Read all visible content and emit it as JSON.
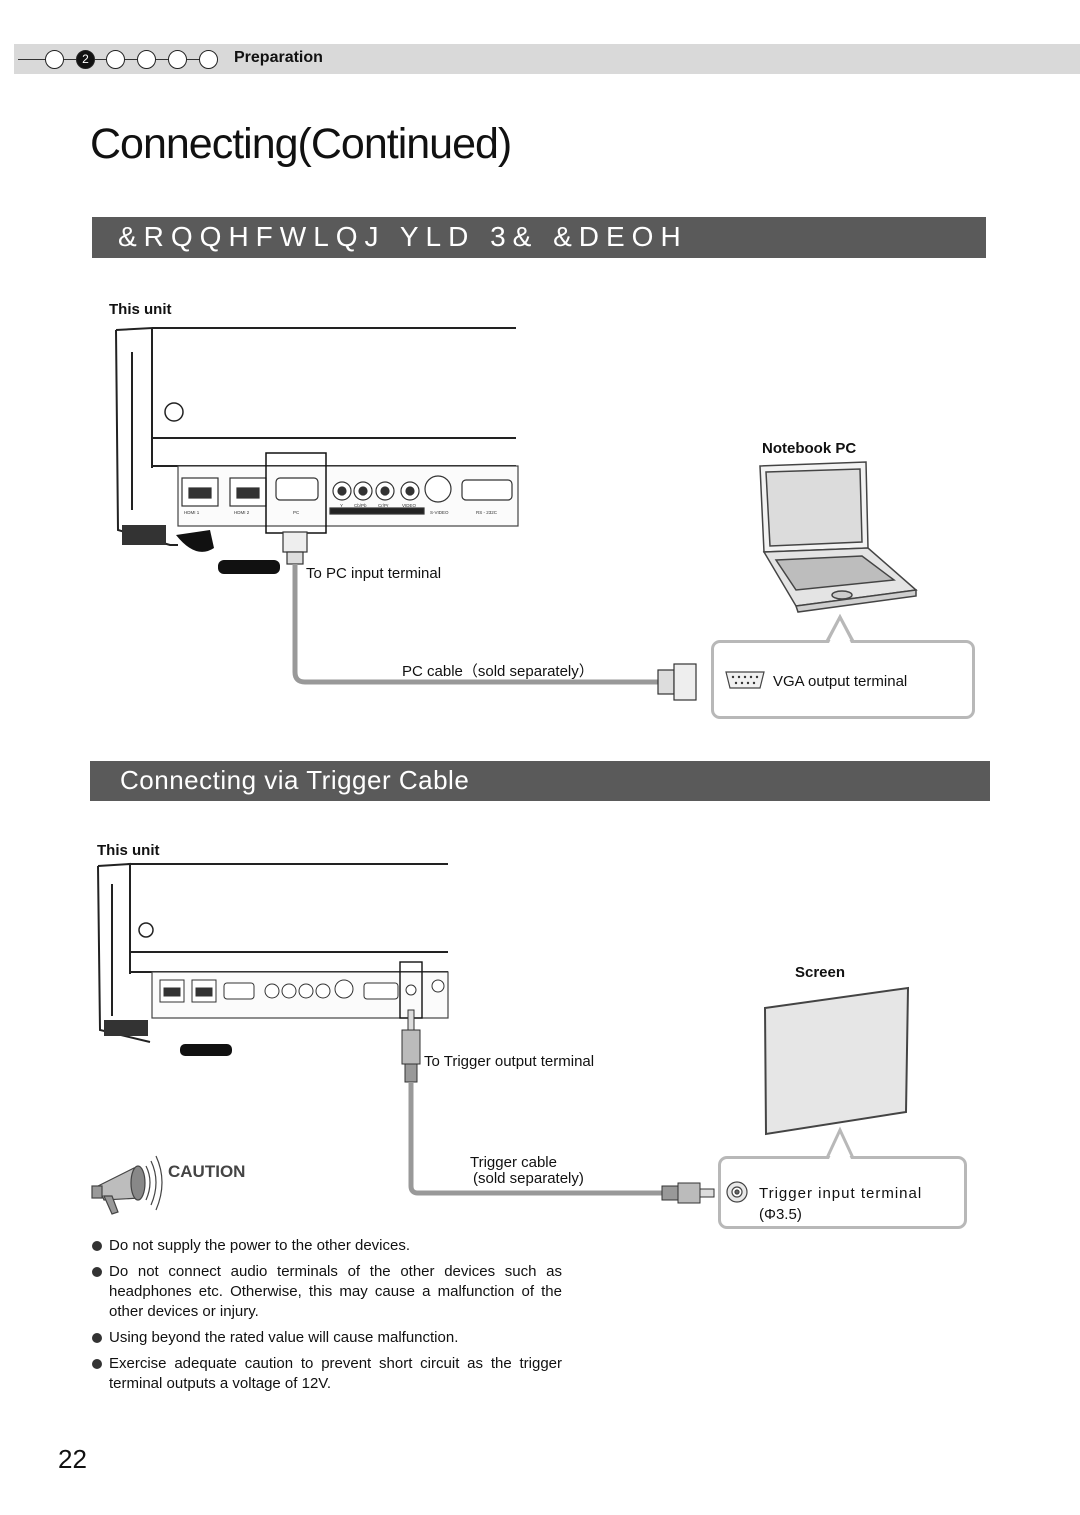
{
  "header": {
    "steps": [
      "",
      "2",
      "",
      "",
      "",
      ""
    ],
    "active_step": "2",
    "section": "Preparation"
  },
  "title": "Connecting(Continued)",
  "section1": {
    "heading": "&RQQHFWLQJ YLD 3& &DEOH",
    "unit_label": "This unit",
    "device_label": "Notebook PC",
    "terminal_label": "To PC input terminal",
    "cable_label": "PC cable（sold separately）",
    "output_label": "VGA output terminal",
    "panel_labels": [
      "HDMI 1",
      "HDMI 2",
      "PC",
      "Y",
      "Cb/Pb",
      "Cr/Pr",
      "VIDEO",
      "S-VIDEO",
      "RS - 232C"
    ]
  },
  "section2": {
    "heading": "Connecting via Trigger Cable",
    "unit_label": "This unit",
    "device_label": "Screen",
    "terminal_label": "To Trigger output terminal",
    "cable_label_1": "Trigger cable",
    "cable_label_2": "(sold separately)",
    "input_label": "Trigger input terminal",
    "input_spec": "(Φ3.5)"
  },
  "caution": {
    "label": "CAUTION",
    "icon": "megaphone-icon",
    "items": [
      "Do not supply the power to the other devices.",
      "Do not connect audio terminals of the other devices such as headphones etc. Otherwise, this may cause a malfunction of the other devices or injury.",
      "Using beyond the rated value will cause malfunction.",
      "Exercise adequate caution to prevent short circuit as the trigger terminal outputs a voltage of 12V."
    ]
  },
  "page_number": "22"
}
